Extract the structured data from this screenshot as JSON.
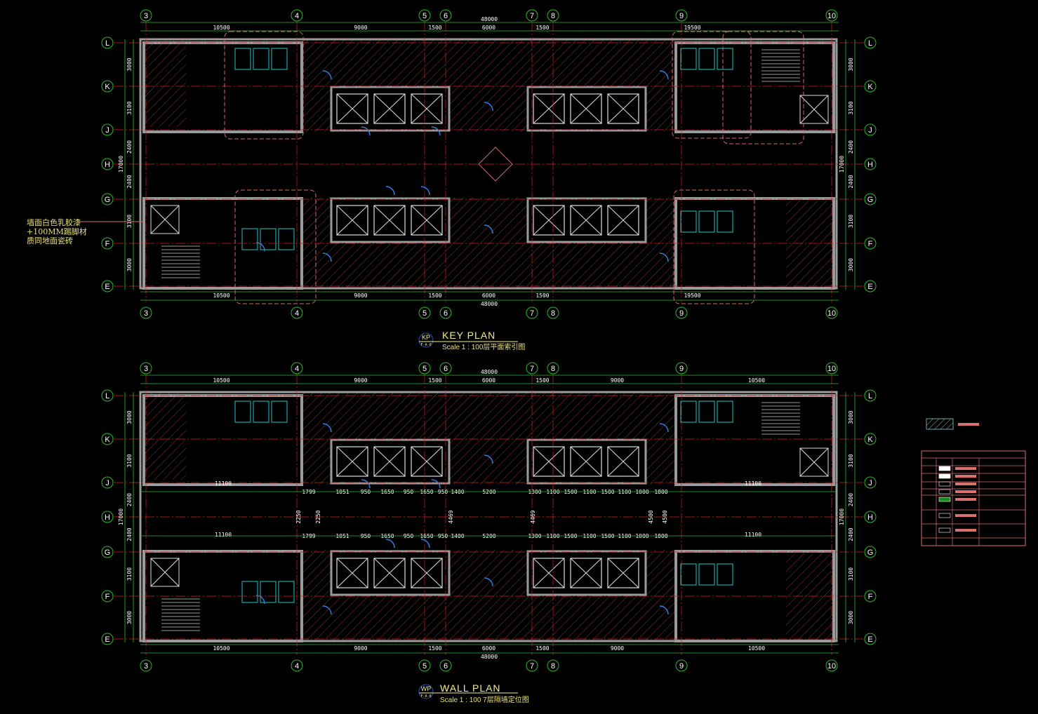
{
  "grid": {
    "columns": [
      "3",
      "4",
      "5",
      "6",
      "7",
      "8",
      "9",
      "10"
    ],
    "rows": [
      "L",
      "K",
      "J",
      "H",
      "G",
      "F",
      "E"
    ]
  },
  "key_plan": {
    "badge": "KP",
    "badge_ref": "F-A-0",
    "title": "KEY PLAN",
    "scale": "Scale 1 : 100层平面索引图",
    "top_dims": [
      "10500",
      "9000",
      "1500",
      "6000",
      "1500",
      "19500"
    ],
    "bottom_dims": [
      "10500",
      "9000",
      "1500",
      "6000",
      "1500",
      "19500"
    ],
    "overall": "48000",
    "side_dims": [
      "3000",
      "3100",
      "2400",
      "2400",
      "3100",
      "3000"
    ],
    "side_overall": "17000",
    "note": [
      "墙面白色乳胶漆",
      "+100MM踢脚材",
      "质同地面瓷砖"
    ]
  },
  "wall_plan": {
    "badge": "WP",
    "badge_ref": "F-A-0",
    "title": "WALL PLAN",
    "scale": "Scale 1 : 100 7层隔墙定位图",
    "top_dims": [
      "10500",
      "9000",
      "1500",
      "6000",
      "1500",
      "9000",
      "10500"
    ],
    "bottom_dims": [
      "10500",
      "9000",
      "1500",
      "6000",
      "1500",
      "9000",
      "10500"
    ],
    "overall": "48000",
    "side_dims": [
      "3000",
      "3100",
      "2400",
      "2400",
      "3100",
      "3000"
    ],
    "side_overall": "17000",
    "band_dims": [
      "1799",
      "1051",
      "950",
      "1650",
      "950",
      "1650",
      "950",
      "1400",
      "5200",
      "1300",
      "1100",
      "1500",
      "1100",
      "1500",
      "1100",
      "1000",
      "1800"
    ],
    "band_side": "11100",
    "band_vertical": [
      "2250",
      "2250",
      "4469",
      "4469",
      "4500",
      "4500"
    ]
  },
  "colors": {
    "grid": "#2fb82f",
    "axis": "#d42020",
    "wall": "#9a9a9a",
    "door": "#2a7fe0",
    "fixture": "#20c8c8",
    "hatch": "#c05050",
    "text": "#ffffff",
    "note": "#e8e07a",
    "legend": "#d87070"
  }
}
